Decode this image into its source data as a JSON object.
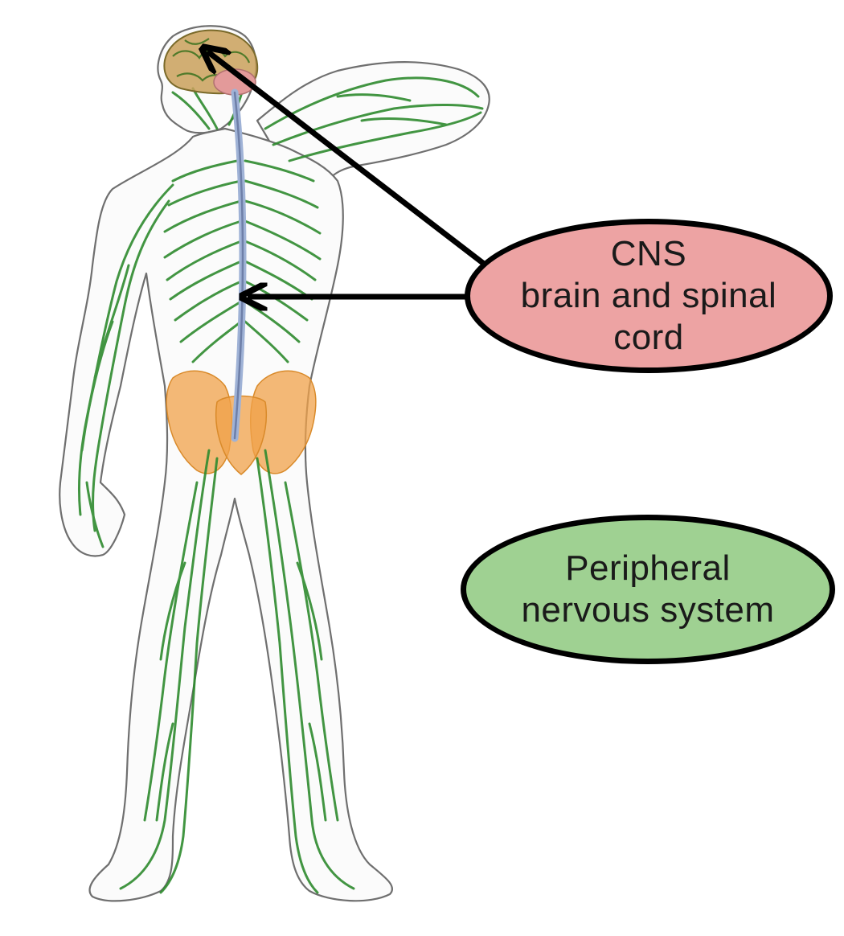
{
  "colors": {
    "cns_fill": "#eda3a3",
    "pns_fill": "#9fd192",
    "nerve": "#2e8b2e",
    "spinal_cord": "#9fb2d6",
    "brain": "#c9a05a",
    "pelvis": "#f0a14a",
    "outline": "#000000"
  },
  "labels": {
    "cns": "CNS\nbrain and spinal\ncord",
    "pns": "Peripheral\nnervous system"
  },
  "arrows": [
    {
      "from": "cns-label",
      "to": "brain"
    },
    {
      "from": "cns-label",
      "to": "spinal-cord"
    }
  ]
}
